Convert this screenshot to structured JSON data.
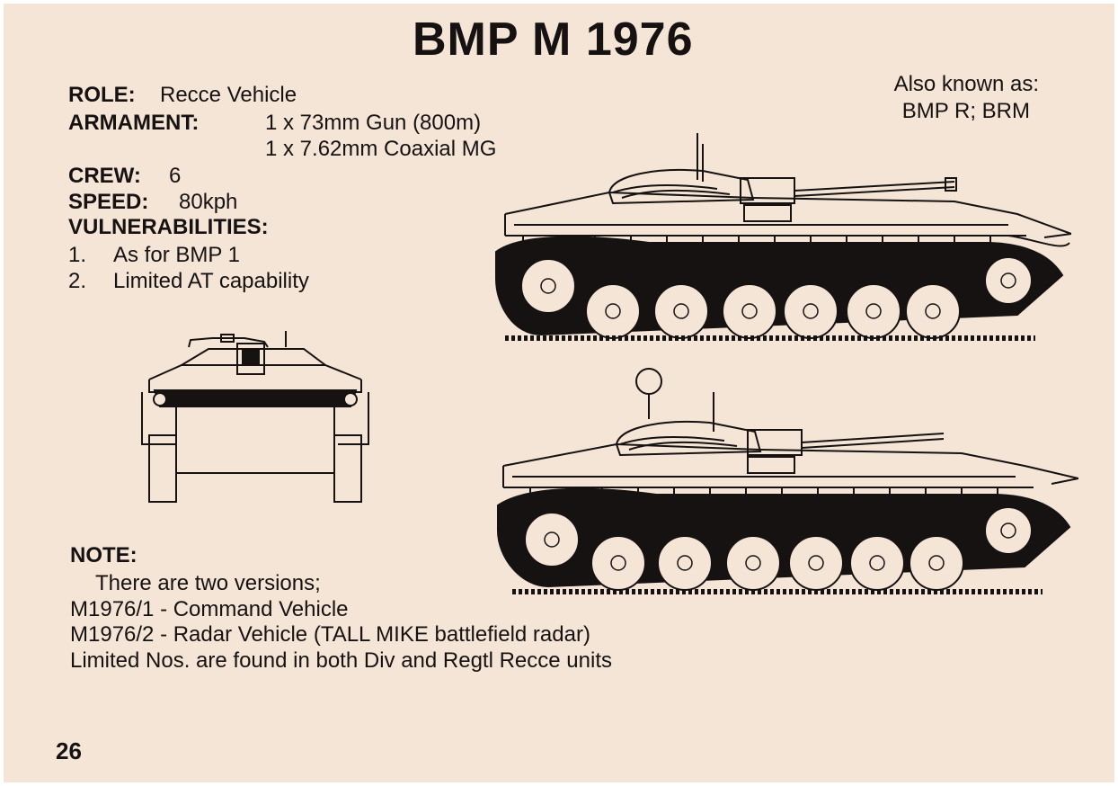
{
  "title": "BMP M 1976",
  "specs": {
    "role_label": "ROLE:",
    "role_value": "Recce Vehicle",
    "armament_label": "ARMAMENT:",
    "armament_1": "1 x 73mm Gun (800m)",
    "armament_2": "1 x 7.62mm Coaxial MG",
    "crew_label": "CREW:",
    "crew_value": "6",
    "speed_label": "SPEED:",
    "speed_value": "80kph",
    "vulnerabilities_label": "VULNERABILITIES:",
    "vulnerabilities": [
      {
        "num": "1.",
        "text": "As for BMP 1"
      },
      {
        "num": "2.",
        "text": "Limited AT capability"
      }
    ]
  },
  "aka": {
    "label": "Also known as:",
    "value": "BMP R; BRM"
  },
  "note": {
    "label": "NOTE:",
    "lines": [
      "There are two versions;",
      "M1976/1 - Command Vehicle",
      "M1976/2 - Radar Vehicle (TALL MIKE battlefield radar)",
      "Limited Nos. are found in both Div and Regtl Recce units"
    ]
  },
  "page_number": "26",
  "colors": {
    "paper": "#f4e5d6",
    "ink": "#161212",
    "border": "#ffffff"
  }
}
